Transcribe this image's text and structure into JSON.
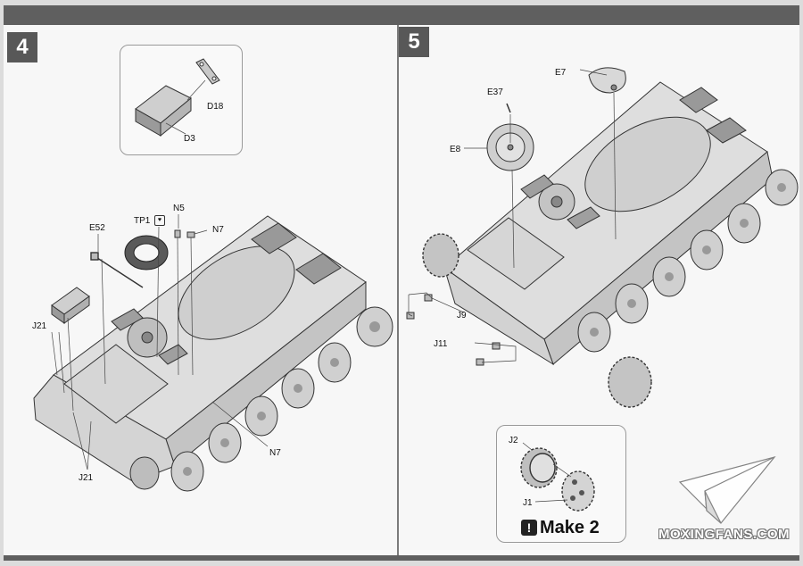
{
  "step4": {
    "number": "4",
    "callout": {
      "part_d18": "D18",
      "part_d3": "D3"
    },
    "labels": {
      "e52": "E52",
      "tp1": "TP1",
      "n5": "N5",
      "n7_top": "N7",
      "j21_left": "J21",
      "j21_bottom": "J21",
      "n7_bottom": "N7"
    }
  },
  "step5": {
    "number": "5",
    "labels": {
      "e7": "E7",
      "e37": "E37",
      "e8": "E8",
      "j9": "J9",
      "j11": "J11"
    },
    "callout": {
      "part_j2": "J2",
      "part_j1": "J1",
      "make_text": "Make 2",
      "make_icon": "exclamation-icon"
    }
  },
  "watermark": {
    "text": "MOXINGFANS.COM",
    "icon": "paper-plane-icon"
  }
}
